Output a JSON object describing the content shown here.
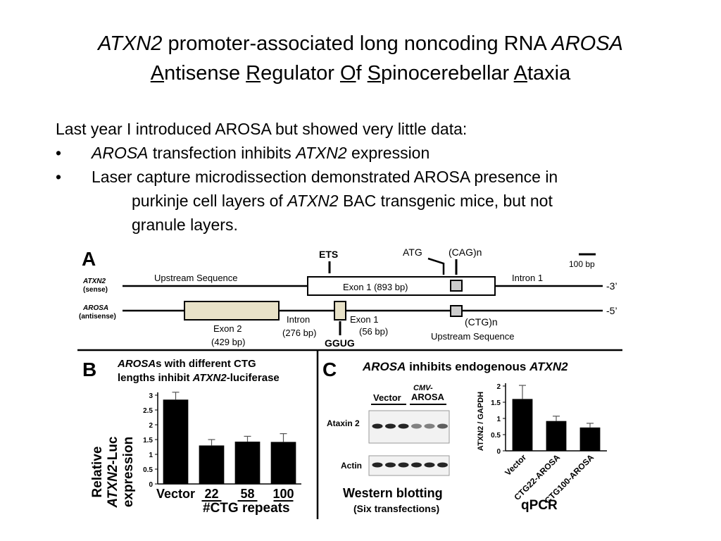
{
  "slide": {
    "title_line1": {
      "gene": "ATXN2",
      "middle": " promoter-associated long noncoding RNA ",
      "name": "AROSA"
    },
    "title_line2": [
      {
        "u": "A",
        "rest": "ntisense "
      },
      {
        "u": "R",
        "rest": "egulator "
      },
      {
        "u": "O",
        "rest": "f "
      },
      {
        "u": "S",
        "rest": "pinocerebellar "
      },
      {
        "u": "A",
        "rest": "taxia"
      }
    ],
    "intro": "Last year I introduced AROSA but showed very little data:",
    "bullet_char": "•",
    "bullet1": {
      "a": "AROSA",
      "b": " transfection inhibits ",
      "c": "ATXN2",
      "d": " expression"
    },
    "bullet2": {
      "line1": "Laser capture microdissection demonstrated AROSA presence in",
      "line2a": "purkinje cell layers of ",
      "line2b": "ATXN2",
      "line2c": " BAC transgenic mice, but not",
      "line3": "granule layers."
    }
  },
  "panel_a": {
    "letter": "A",
    "ets": "ETS",
    "atg": "ATG",
    "cag": "(CAG)n",
    "scale": "100 bp",
    "sense_name": "ATXN2",
    "sense_sub": "(sense)",
    "anti_name": "AROSA",
    "anti_sub": "(antisense)",
    "upstream_top": "Upstream Sequence",
    "exon1_top": "Exon 1 (893 bp)",
    "intron1": "Intron 1",
    "end_top": "-3’",
    "end_bottom": "-5’",
    "exon2": "Exon 2",
    "exon2_bp": "(429 bp)",
    "intron": "Intron",
    "intron_bp": "(276 bp)",
    "ggug": "GGUG",
    "exon1_bottom": "Exon 1",
    "exon1_bottom_bp": "(56 bp)",
    "ctg": "(CTG)n",
    "upstream_bottom": "Upstream Sequence"
  },
  "panel_b": {
    "letter": "B",
    "title1a": "AROSA",
    "title1b": "s with different CTG",
    "title2a": "lengths inhibit ",
    "title2b": "ATXN2",
    "title2c": "-luciferase",
    "ylabel1": "Relative",
    "ylabel2a": "ATXN2",
    "ylabel2b": "-Luc",
    "ylabel3": "expression",
    "xlabel": "#CTG repeats"
  },
  "panel_c": {
    "letter": "C",
    "title_a": "AROSA",
    "title_b": " inhibits endogenous ",
    "title_c": "ATXN2",
    "vector": "Vector",
    "cmv": "CMV-",
    "cmv_arosa": "AROSA",
    "ataxin": "Ataxin 2",
    "actin": "Actin",
    "western": "Western blotting",
    "six": "(Six transfections)",
    "qpcr": "qPCR",
    "ylabel": "ATXN2 / GAPDH"
  },
  "chart_data": [
    {
      "type": "bar",
      "title": "AROSAs with different CTG lengths inhibit ATXN2-luciferase",
      "categories": [
        "Vector",
        "22",
        "58",
        "100"
      ],
      "values": [
        2.85,
        1.3,
        1.43,
        1.42
      ],
      "errors": [
        0.25,
        0.2,
        0.18,
        0.28
      ],
      "ylabel": "Relative ATXN2-Luc expression",
      "xlabel": "#CTG repeats",
      "ylim": [
        0,
        3
      ],
      "yticks": [
        "0",
        "0.5",
        "1",
        "1.5",
        "2",
        "2.5",
        "3"
      ],
      "grid": false
    },
    {
      "type": "bar",
      "title": "qPCR",
      "categories": [
        "Vector",
        "CTG22-AROSA",
        "CTG100-AROSA"
      ],
      "values": [
        1.6,
        0.92,
        0.72
      ],
      "errors": [
        0.42,
        0.15,
        0.13
      ],
      "ylabel": "ATXN2 / GAPDH",
      "ylim": [
        0,
        2
      ],
      "yticks": [
        "0",
        "0.5",
        "1",
        "1.5",
        "2"
      ],
      "grid": false
    }
  ],
  "blot": {
    "ataxin_lanes": [
      0.95,
      0.95,
      0.95,
      0.55,
      0.55,
      0.7
    ],
    "actin_lanes": [
      0.95,
      0.95,
      0.95,
      0.95,
      0.95,
      0.95
    ]
  }
}
